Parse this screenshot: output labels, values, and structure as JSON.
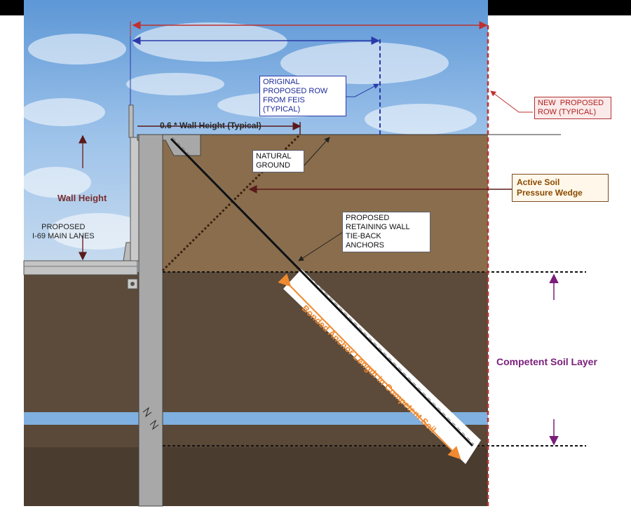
{
  "labels": {
    "wall_height_dim": "0.6 * Wall Height (Typical)",
    "wall_height": "Wall Height",
    "proposed_lanes": "PROPOSED\nI-69 MAIN LANES",
    "original_row": "ORIGINAL\nPROPOSED ROW\nFROM FEIS\n(TYPICAL)",
    "new_row": "NEW  PROPOSED\nROW (TYPICAL)",
    "natural_ground": "NATURAL\nGROUND",
    "active_wedge": "Active Soil\nPressure Wedge",
    "tieback": "PROPOSED\nRETAINING WALL\nTIE-BACK\nANCHORS",
    "competent_layer": "Competent Soil Layer",
    "bonded_length": "Bonded Anchor Length in Competent Soil"
  },
  "colors": {
    "sky": "#6fa6dc",
    "upper_soil": "#8a6d4c",
    "lower_soil": "#5c4a3a",
    "deep_soil": "#4a3c2f",
    "water": "#7fb0e0",
    "wall": "#a8a8a8",
    "original_row_line": "#2b3aa8",
    "new_row_line": "#c03030",
    "bonded_arrow": "#f08a30",
    "purple_arrow": "#7a1e7a"
  }
}
